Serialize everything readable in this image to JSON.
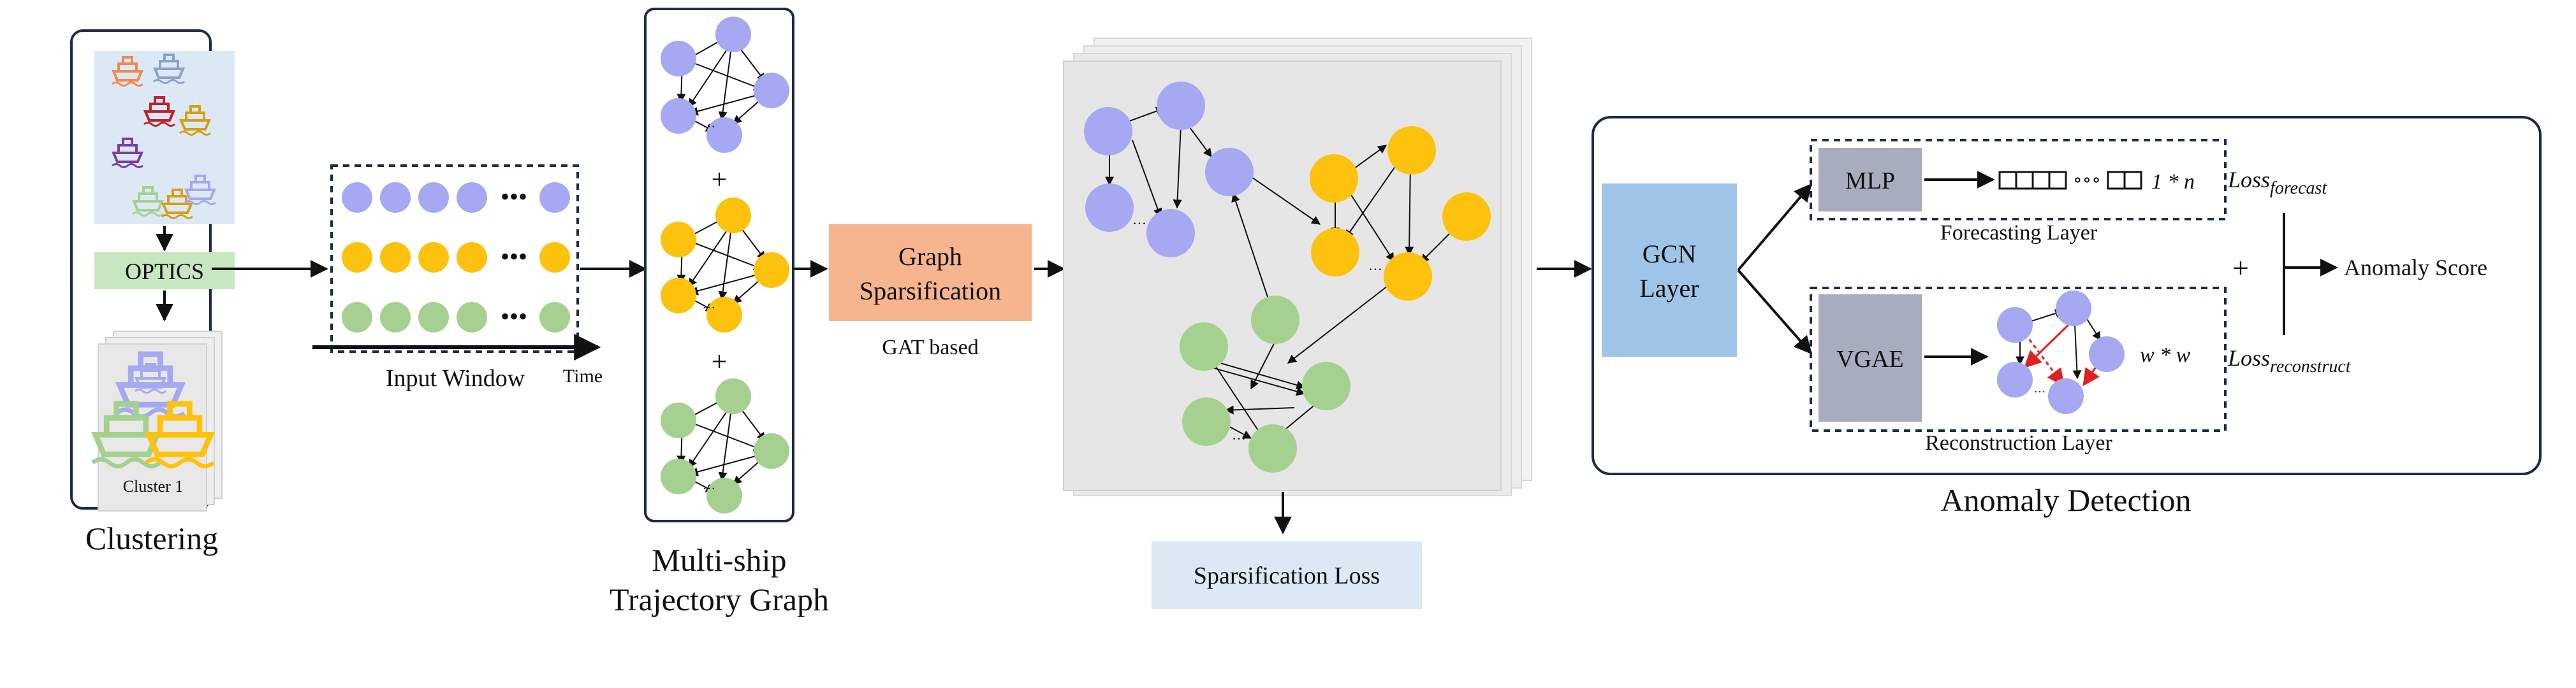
{
  "clustering": {
    "algorithm": "OPTICS",
    "cluster_label": "Cluster 1",
    "title": "Clustering"
  },
  "input_window": {
    "label": "Input Window",
    "axis_label": "Time",
    "ellipsis": "•••"
  },
  "trajectory_graph": {
    "plus_sign": "+",
    "title_line1": "Multi-ship",
    "title_line2": "Trajectory Graph"
  },
  "sparsification": {
    "box_line1": "Graph",
    "box_line2": "Sparsification",
    "subtitle": "GAT based",
    "loss_label": "Sparsification Loss"
  },
  "anomaly_detection": {
    "title": "Anomaly Detection",
    "gcn_line1": "GCN",
    "gcn_line2": "Layer",
    "mlp_label": "MLP",
    "forecasting_layer_label": "Forecasting Layer",
    "output_vector_label": "1 * n",
    "output_ellipsis": "∘∘∘",
    "vgae_label": "VGAE",
    "reconstruction_layer_label": "Reconstruction Layer",
    "adj_matrix_label": "w * w",
    "loss_forecast_base": "Loss",
    "loss_forecast_sub": "forecast",
    "loss_reconstruct_base": "Loss",
    "loss_reconstruct_sub": "reconstruct",
    "plus_sign": "+",
    "anomaly_score_label": "Anomaly Score"
  },
  "colors": {
    "purple": "#a6a8f2",
    "yellow": "#fcc20e",
    "green": "#a6d08f",
    "orange_box": "#f6b48f",
    "gcn_blue": "#9ec5e8",
    "gray_box": "#a7adbe",
    "light_green": "#c8e6c0",
    "light_blue_bg": "#dce9f5"
  }
}
